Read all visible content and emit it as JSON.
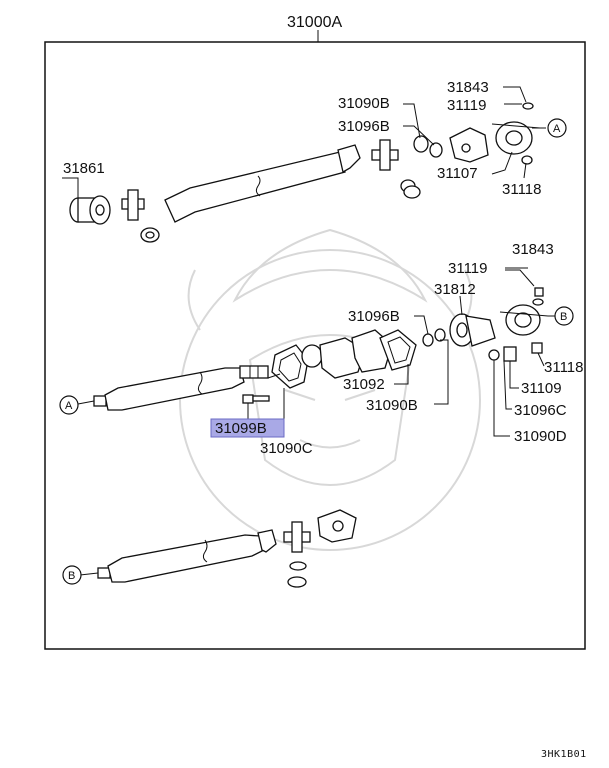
{
  "diagram": {
    "title": "31000A",
    "highlight_color": "#a9a9e6",
    "footer_code": "3HK1B01",
    "labels": {
      "l31843a": "31843",
      "l31119a": "31119",
      "l31090Ba": "31090B",
      "l31096Ba": "31096B",
      "l31861": "31861",
      "l31107": "31107",
      "l31118a": "31118",
      "l31843b": "31843",
      "l31119b": "31119",
      "l31812": "31812",
      "l31096Bb": "31096B",
      "l31092": "31092",
      "l31090Bb": "31090B",
      "l31118b": "31118",
      "l31109": "31109",
      "l31096C": "31096C",
      "l31090D": "31090D",
      "l31099B": "31099B",
      "l31090C": "31090C"
    },
    "markers": {
      "a": "A",
      "b": "B"
    }
  }
}
